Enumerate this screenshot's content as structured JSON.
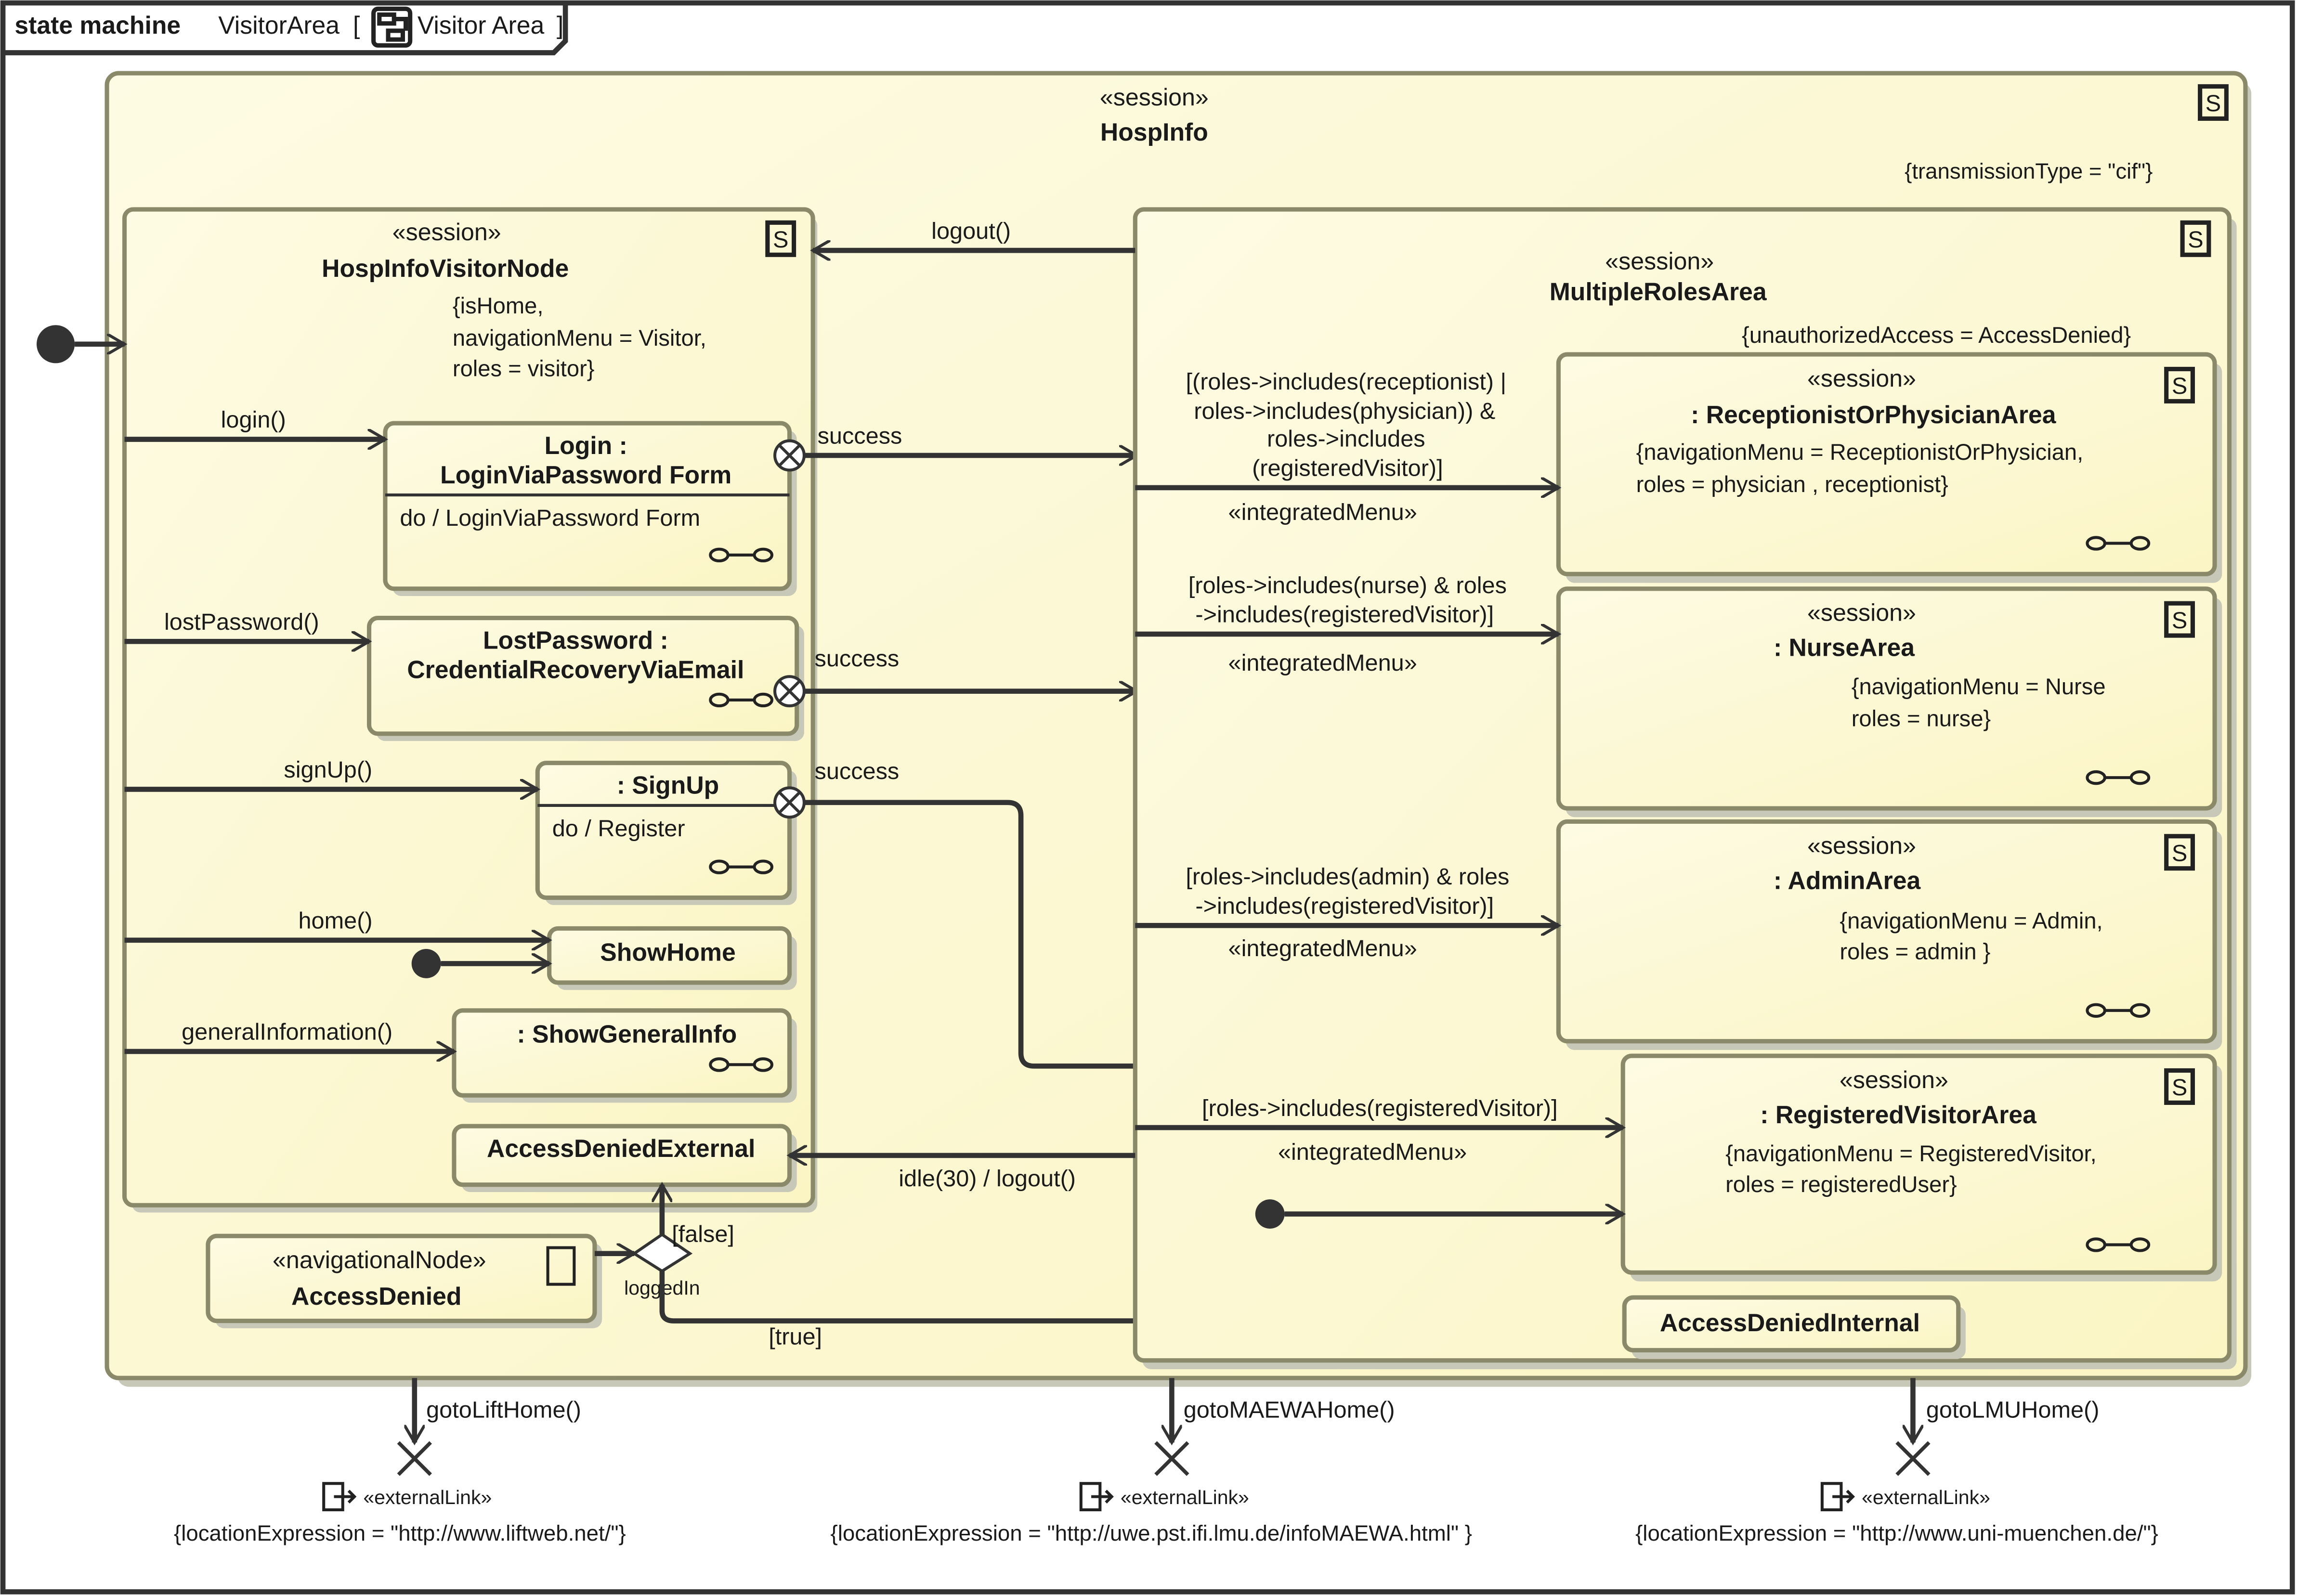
{
  "frame": {
    "keyword": "state machine",
    "name": "VisitorArea",
    "bracket_open": "[",
    "tag": "Visitor Area",
    "bracket_close": "]"
  },
  "session_icon": "S",
  "outer": {
    "stereotype": "«session»",
    "name": "HospInfo",
    "constraint": "{transmissionType = \"cif\"}"
  },
  "visitor_node": {
    "stereotype": "«session»",
    "name": "HospInfoVisitorNode",
    "constraint_lines": [
      "{isHome,",
      "navigationMenu = Visitor,",
      "roles = visitor}"
    ]
  },
  "states": {
    "login": {
      "name_lines": [
        "Login :",
        "LoginViaPassword Form"
      ],
      "activity": "do / LoginViaPassword Form"
    },
    "lost": {
      "name_lines": [
        "LostPassword :",
        "CredentialRecoveryViaEmail"
      ]
    },
    "signup": {
      "name": ": SignUp",
      "activity": "do / Register"
    },
    "show_home": {
      "name": "ShowHome"
    },
    "general": {
      "name": ": ShowGeneralInfo"
    },
    "denied_external": {
      "name": "AccessDeniedExternal"
    },
    "access_denied": {
      "stereotype": "«navigationalNode»",
      "name": "AccessDenied"
    },
    "denied_internal": {
      "name": "AccessDeniedInternal"
    }
  },
  "triggers": {
    "login": "login()",
    "lost": "lostPassword()",
    "signup": "signUp()",
    "home": "home()",
    "general": "generalInformation()",
    "logout": "logout()",
    "idle": "idle(30) / logout()",
    "success": "success",
    "false_guard": "[false]",
    "true_guard": "[true]",
    "choice_label": "loggedIn"
  },
  "multi": {
    "stereotype": "«session»",
    "name": "MultipleRolesArea",
    "constraint": "{unauthorizedAccess = AccessDenied}"
  },
  "guards": {
    "recep_lines": [
      "[(roles->includes(receptionist) |",
      "roles->includes(physician)) &",
      "roles->includes",
      "(registeredVisitor)]"
    ],
    "nurse_lines": [
      "[roles->includes(nurse) & roles",
      "->includes(registeredVisitor)]"
    ],
    "admin_lines": [
      "[roles->includes(admin) & roles",
      "->includes(registeredVisitor)]"
    ],
    "visitor": "[roles->includes(registeredVisitor)]",
    "integrated": "«integratedMenu»"
  },
  "areas": {
    "recep": {
      "stereotype": "«session»",
      "name": ": ReceptionistOrPhysicianArea",
      "constraint_lines": [
        "{navigationMenu = ReceptionistOrPhysician,",
        "roles = physician , receptionist}"
      ]
    },
    "nurse": {
      "stereotype": "«session»",
      "name": ": NurseArea",
      "constraint_lines": [
        "{navigationMenu = Nurse",
        "roles = nurse}"
      ]
    },
    "admin": {
      "stereotype": "«session»",
      "name": ": AdminArea",
      "constraint_lines": [
        "{navigationMenu = Admin,",
        "roles = admin }"
      ]
    },
    "visitor": {
      "stereotype": "«session»",
      "name": ": RegisteredVisitorArea",
      "constraint_lines": [
        "{navigationMenu = RegisteredVisitor,",
        "roles = registeredUser}"
      ]
    }
  },
  "exits": [
    {
      "trigger": "gotoLiftHome()",
      "stereotype": "«externalLink»",
      "constraint": "{locationExpression = \"http://www.liftweb.net/\"}"
    },
    {
      "trigger": "gotoMAEWAHome()",
      "stereotype": "«externalLink»",
      "constraint": "{locationExpression = \"http://uwe.pst.ifi.lmu.de/infoMAEWA.html\" }"
    },
    {
      "trigger": "gotoLMUHome()",
      "stereotype": "«externalLink»",
      "constraint": "{locationExpression = \"http://www.uni-muenchen.de/\"}"
    }
  ]
}
